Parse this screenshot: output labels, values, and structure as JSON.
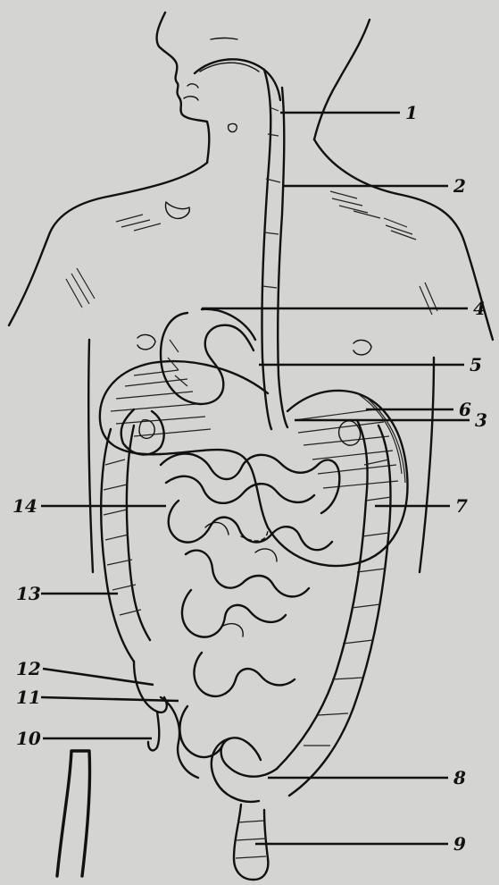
{
  "diagram": {
    "labels": [
      {
        "id": "1",
        "text": "1"
      },
      {
        "id": "2",
        "text": "2"
      },
      {
        "id": "3",
        "text": "3"
      },
      {
        "id": "4",
        "text": "4"
      },
      {
        "id": "5",
        "text": "5"
      },
      {
        "id": "6",
        "text": "6"
      },
      {
        "id": "7",
        "text": "7"
      },
      {
        "id": "8",
        "text": "8"
      },
      {
        "id": "9",
        "text": "9"
      },
      {
        "id": "10",
        "text": "10"
      },
      {
        "id": "11",
        "text": "11"
      },
      {
        "id": "12",
        "text": "12"
      },
      {
        "id": "13",
        "text": "13"
      },
      {
        "id": "14",
        "text": "14"
      }
    ]
  },
  "colors": {
    "paper": "#d4d4d2",
    "ink": "#111111"
  }
}
